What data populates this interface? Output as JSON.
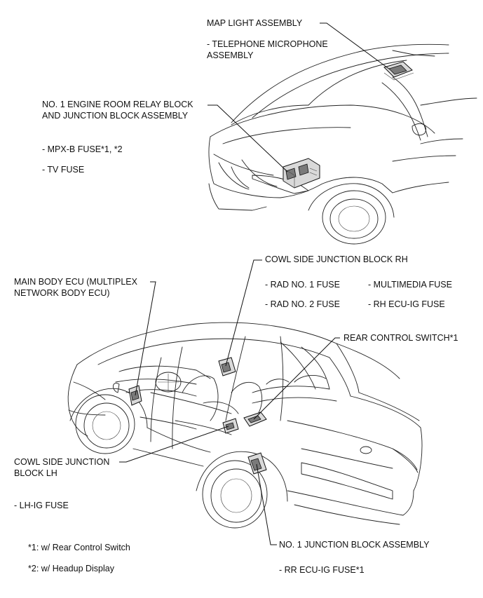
{
  "labels": {
    "map_light": "MAP LIGHT ASSEMBLY",
    "telephone_mic_1": "- TELEPHONE MICROPHONE",
    "telephone_mic_2": "ASSEMBLY",
    "engine_relay_1": "NO. 1 ENGINE ROOM RELAY BLOCK",
    "engine_relay_2": "AND JUNCTION BLOCK ASSEMBLY",
    "mpx_b_fuse": "- MPX-B FUSE*1, *2",
    "tv_fuse": "- TV FUSE",
    "cowl_rh": "COWL SIDE JUNCTION BLOCK RH",
    "rad1_fuse": "- RAD NO. 1 FUSE",
    "multimedia_fuse": "- MULTIMEDIA FUSE",
    "rad2_fuse": "- RAD NO. 2 FUSE",
    "rh_ecu_fuse": "- RH ECU-IG FUSE",
    "main_body_1": "MAIN BODY ECU (MULTIPLEX",
    "main_body_2": "NETWORK BODY ECU)",
    "rear_control": "REAR CONTROL SWITCH*1",
    "cowl_lh_1": "COWL SIDE JUNCTION",
    "cowl_lh_2": "BLOCK LH",
    "lh_ig_fuse": "- LH-IG FUSE",
    "note1": "*1: w/ Rear Control Switch",
    "note2": "*2: w/ Headup Display",
    "junction_block": "NO. 1 JUNCTION BLOCK ASSEMBLY",
    "rr_ecu_fuse": "- RR ECU-IG FUSE*1"
  }
}
